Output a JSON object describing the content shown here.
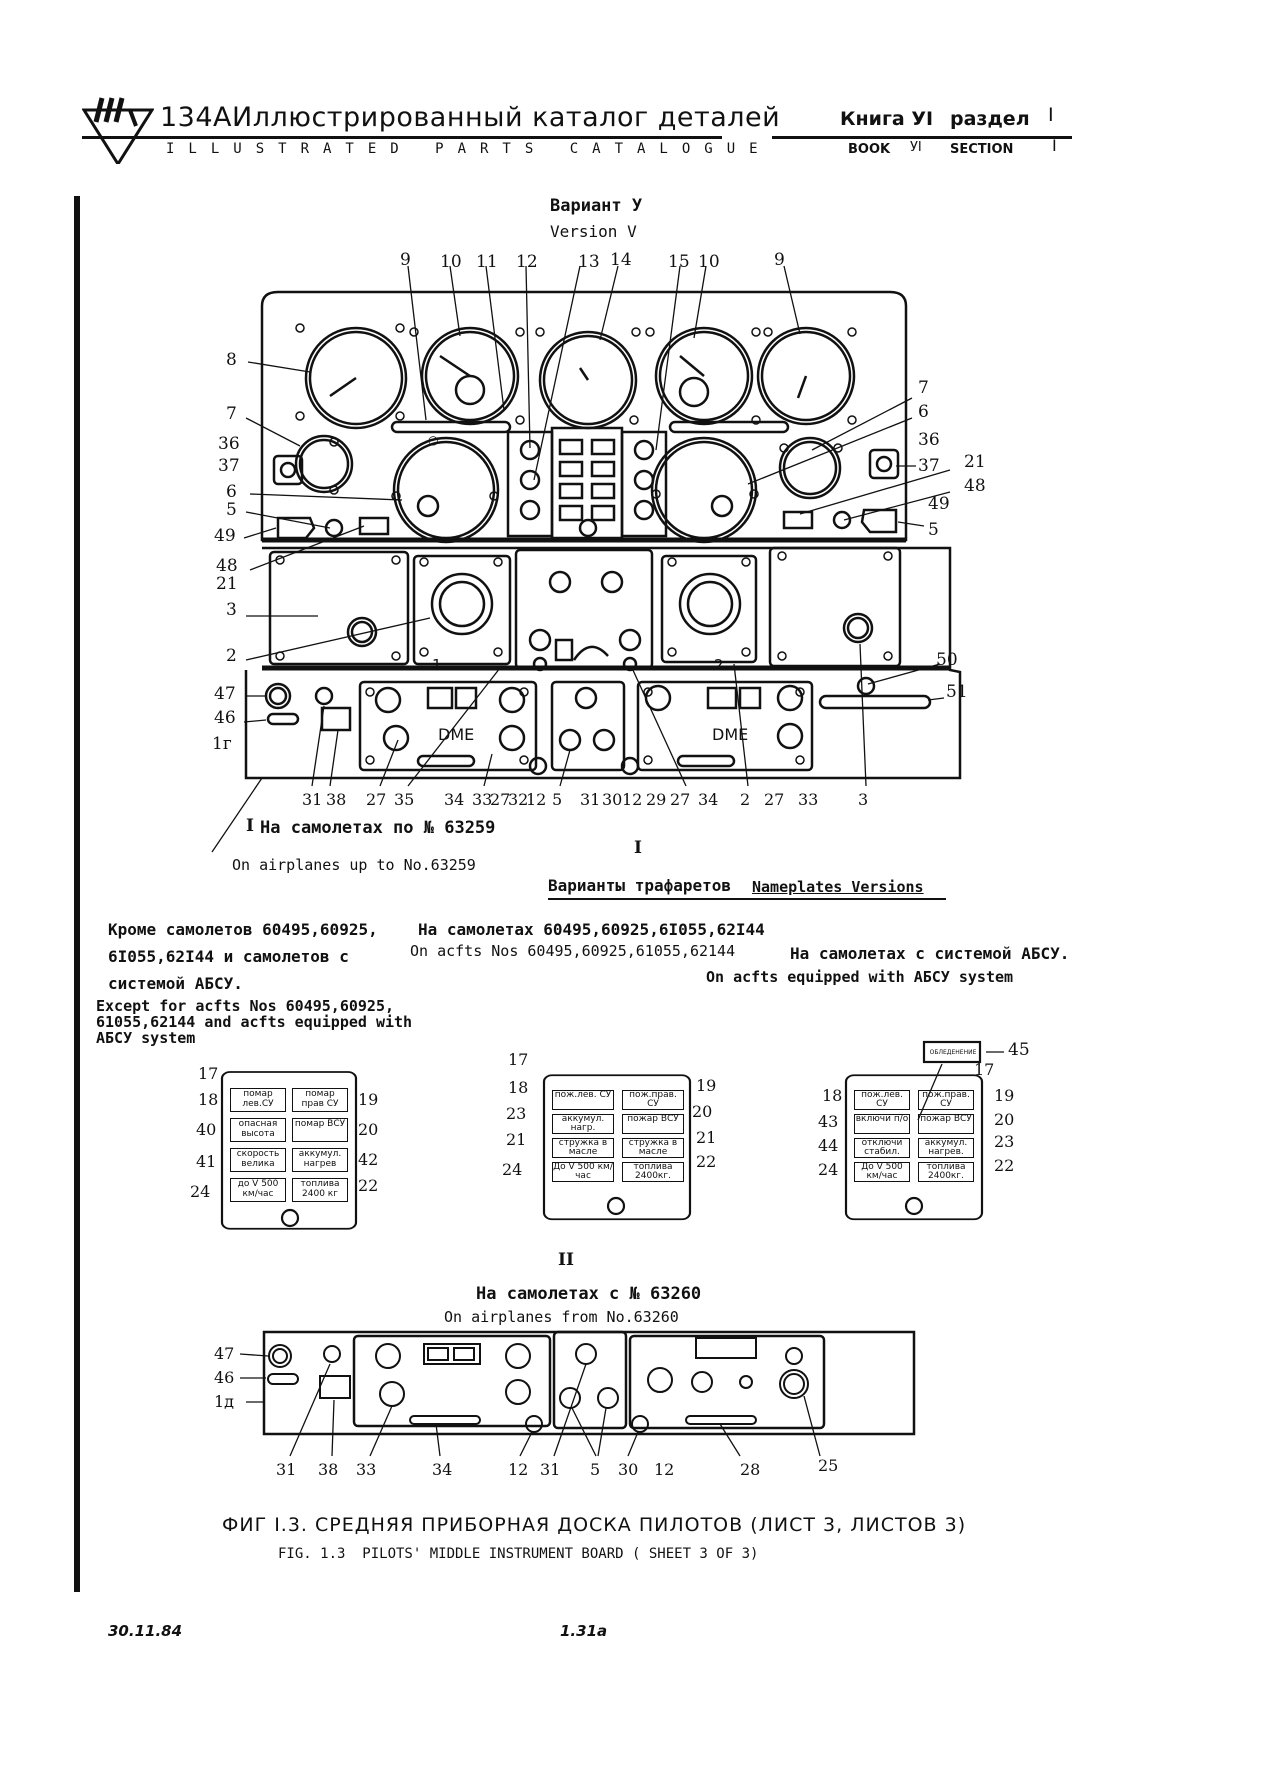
{
  "header": {
    "logo_text": "134А",
    "title_ru": "Иллюстрированный каталог деталей",
    "title_en": "ILLUSTRATED PARTS CATALOGUE",
    "book_ru": "Книга УI",
    "section_ru": "раздел",
    "section_num": "I",
    "book_en": "BOOK",
    "book_en_num": "УI",
    "section_en": "SECTION",
    "section_en_num": "I"
  },
  "variant": {
    "ru": "Вариант У",
    "en": "Version V"
  },
  "top_callouts": [
    "9",
    "10",
    "11",
    "12",
    "13",
    "14",
    "15",
    "10",
    "9"
  ],
  "left_callouts": [
    "8",
    "7",
    "36",
    "37",
    "6",
    "5",
    "49",
    "48",
    "21",
    "3",
    "2",
    "47",
    "46",
    "1г"
  ],
  "right_callouts": [
    "7",
    "6",
    "36",
    "37",
    "21",
    "48",
    "49",
    "5",
    "50",
    "51"
  ],
  "bottom_callouts": [
    "31",
    "38",
    "27",
    "35",
    "34",
    "33",
    "27",
    "32",
    "12",
    "5",
    "31",
    "30",
    "12",
    "29",
    "27",
    "34",
    "2",
    "27",
    "33",
    "3"
  ],
  "panel_labels": {
    "dme": "DME",
    "num1": "1",
    "num2": "2"
  },
  "note_I": {
    "marker": "I",
    "ru": "На самолетах по № 63259",
    "en": "On airplanes up to No.63259"
  },
  "nameplates": {
    "marker": "I",
    "title_ru": "Варианты трафаретов",
    "title_en": "Nameplates Versions",
    "col1": {
      "ru": "Кроме самолетов 60495,60925, 6I055,62I44 и самолетов с системой АБСУ.",
      "en": "Except for acfts Nos 60495,60925, 61055,62144 and acfts equipped with АБСУ system",
      "callouts": [
        "17",
        "18",
        "19",
        "40",
        "20",
        "41",
        "42",
        "24",
        "22"
      ],
      "cells": [
        "помар лев.СУ",
        "помар прав СУ",
        "опасная высота",
        "помар ВСУ",
        "скорость велика",
        "аккумул. нагрев",
        "до V 500 км/час",
        "топлива 2400 кг"
      ]
    },
    "col2": {
      "ru": "На самолетах 60495,60925,6I055,62I44",
      "en": "On acfts Nos 60495,60925,61055,62144",
      "callouts": [
        "17",
        "18",
        "19",
        "23",
        "20",
        "21",
        "21",
        "24",
        "22"
      ],
      "cells": [
        "пож.лев. СУ",
        "пож.прав. СУ",
        "аккумул. нагр.",
        "пожар ВСУ",
        "стружка в масле",
        "стружка в масле",
        "До V 500 км/час",
        "топлива 2400кг."
      ]
    },
    "col3": {
      "ru": "На самолетах с системой АБСУ.",
      "en": "On acfts equipped with АБСУ system",
      "callouts": [
        "45",
        "17",
        "18",
        "19",
        "43",
        "20",
        "44",
        "23",
        "24",
        "22"
      ],
      "cells": [
        "пож.лев. СУ",
        "пож.прав. СУ",
        "включи п/о",
        "пожар ВСУ",
        "отключи стабил.",
        "аккумул. нагрев.",
        "До V 500 км/час",
        "топлива 2400кг."
      ],
      "tag": "ОБЛЕДЕНЕНИЕ"
    }
  },
  "note_II": {
    "marker": "II",
    "ru": "На самолетах с № 63260",
    "en": "On airplanes from No.63260",
    "left_callouts": [
      "47",
      "46",
      "1д"
    ],
    "bottom_callouts": [
      "31",
      "38",
      "33",
      "34",
      "12",
      "31",
      "5",
      "30",
      "12",
      "28",
      "25"
    ]
  },
  "caption": {
    "ru": "ФИГ I.3. СРЕДНЯЯ ПРИБОРНАЯ ДОСКА ПИЛОТОВ (ЛИСТ 3, ЛИСТОВ 3)",
    "en": "FIG. 1.3  PILOTS' MIDDLE INSTRUMENT BOARD ( SHEET 3 OF 3)"
  },
  "footer": {
    "date": "30.11.84",
    "page": "1.31а"
  }
}
